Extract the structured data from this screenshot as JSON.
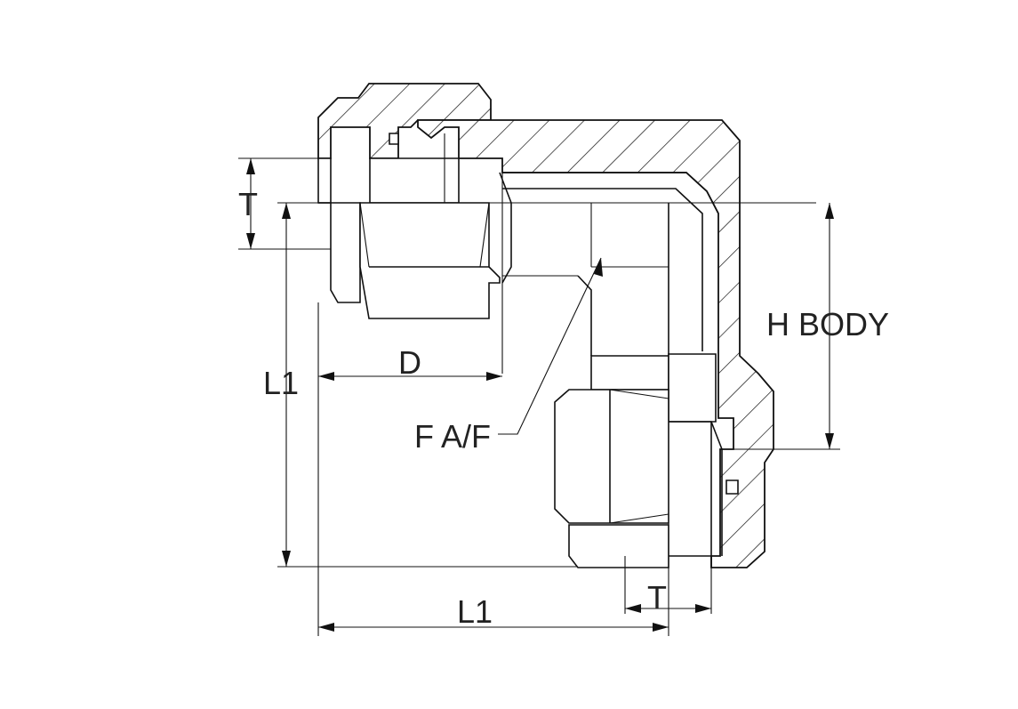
{
  "diagram": {
    "labels": {
      "thread_length_top": "T",
      "thread_length_bottom": "T",
      "length_vertical": "L1",
      "length_horizontal": "L1",
      "diameter": "D",
      "hex_across_flats": "F A/F",
      "body_height": "H BODY"
    }
  }
}
